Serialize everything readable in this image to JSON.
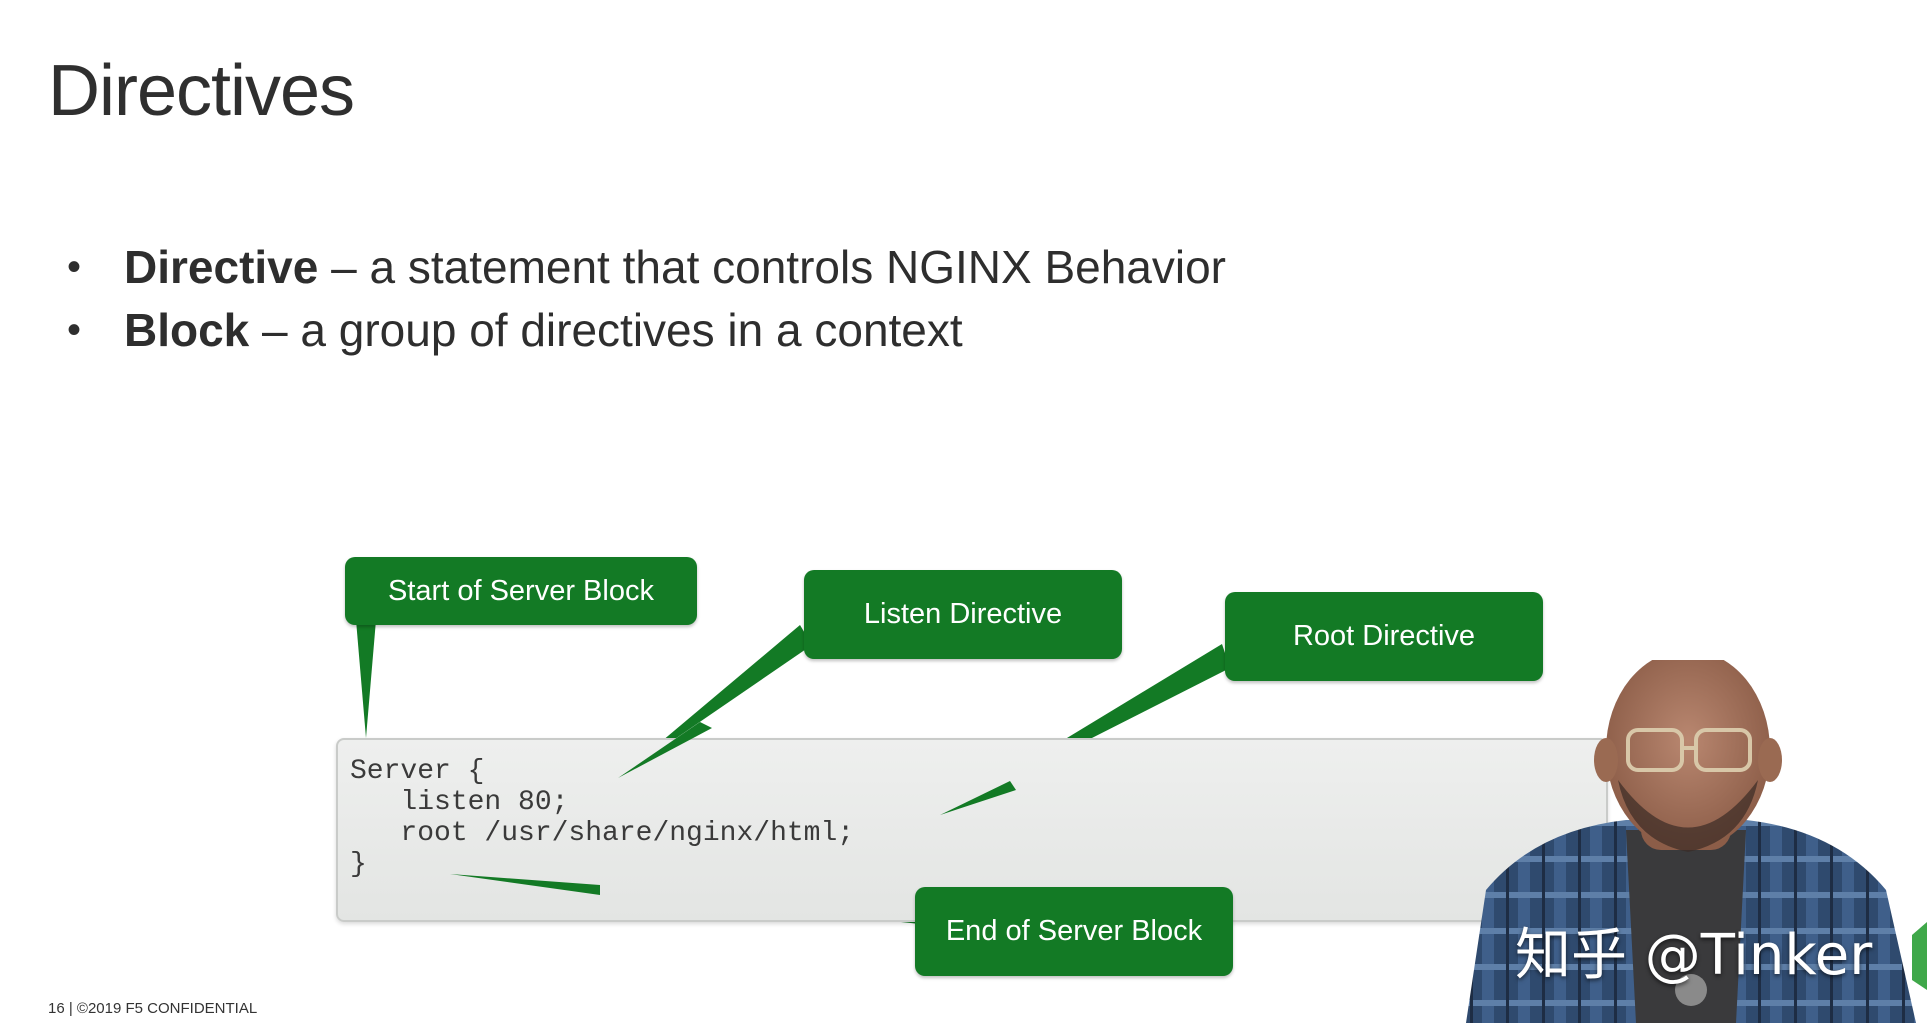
{
  "slide": {
    "title": "Directives",
    "bullets": [
      {
        "term": "Directive",
        "text": " – a statement that controls NGINX Behavior"
      },
      {
        "term": "Block",
        "text": " – a group of directives in a context"
      }
    ],
    "code_lines": [
      "Server {",
      "   listen 80;",
      "   root /usr/share/nginx/html;",
      "}"
    ],
    "callouts": {
      "start": "Start of Server Block",
      "listen": "Listen Directive",
      "root": "Root Directive",
      "end": "End of Server Block"
    },
    "footer": "16 | ©2019 F5   CONFIDENTIAL"
  },
  "overlay": {
    "watermark": "知乎 @Tinker"
  },
  "colors": {
    "callout_green": "#137a25",
    "code_bg": "#e8e9e8"
  }
}
